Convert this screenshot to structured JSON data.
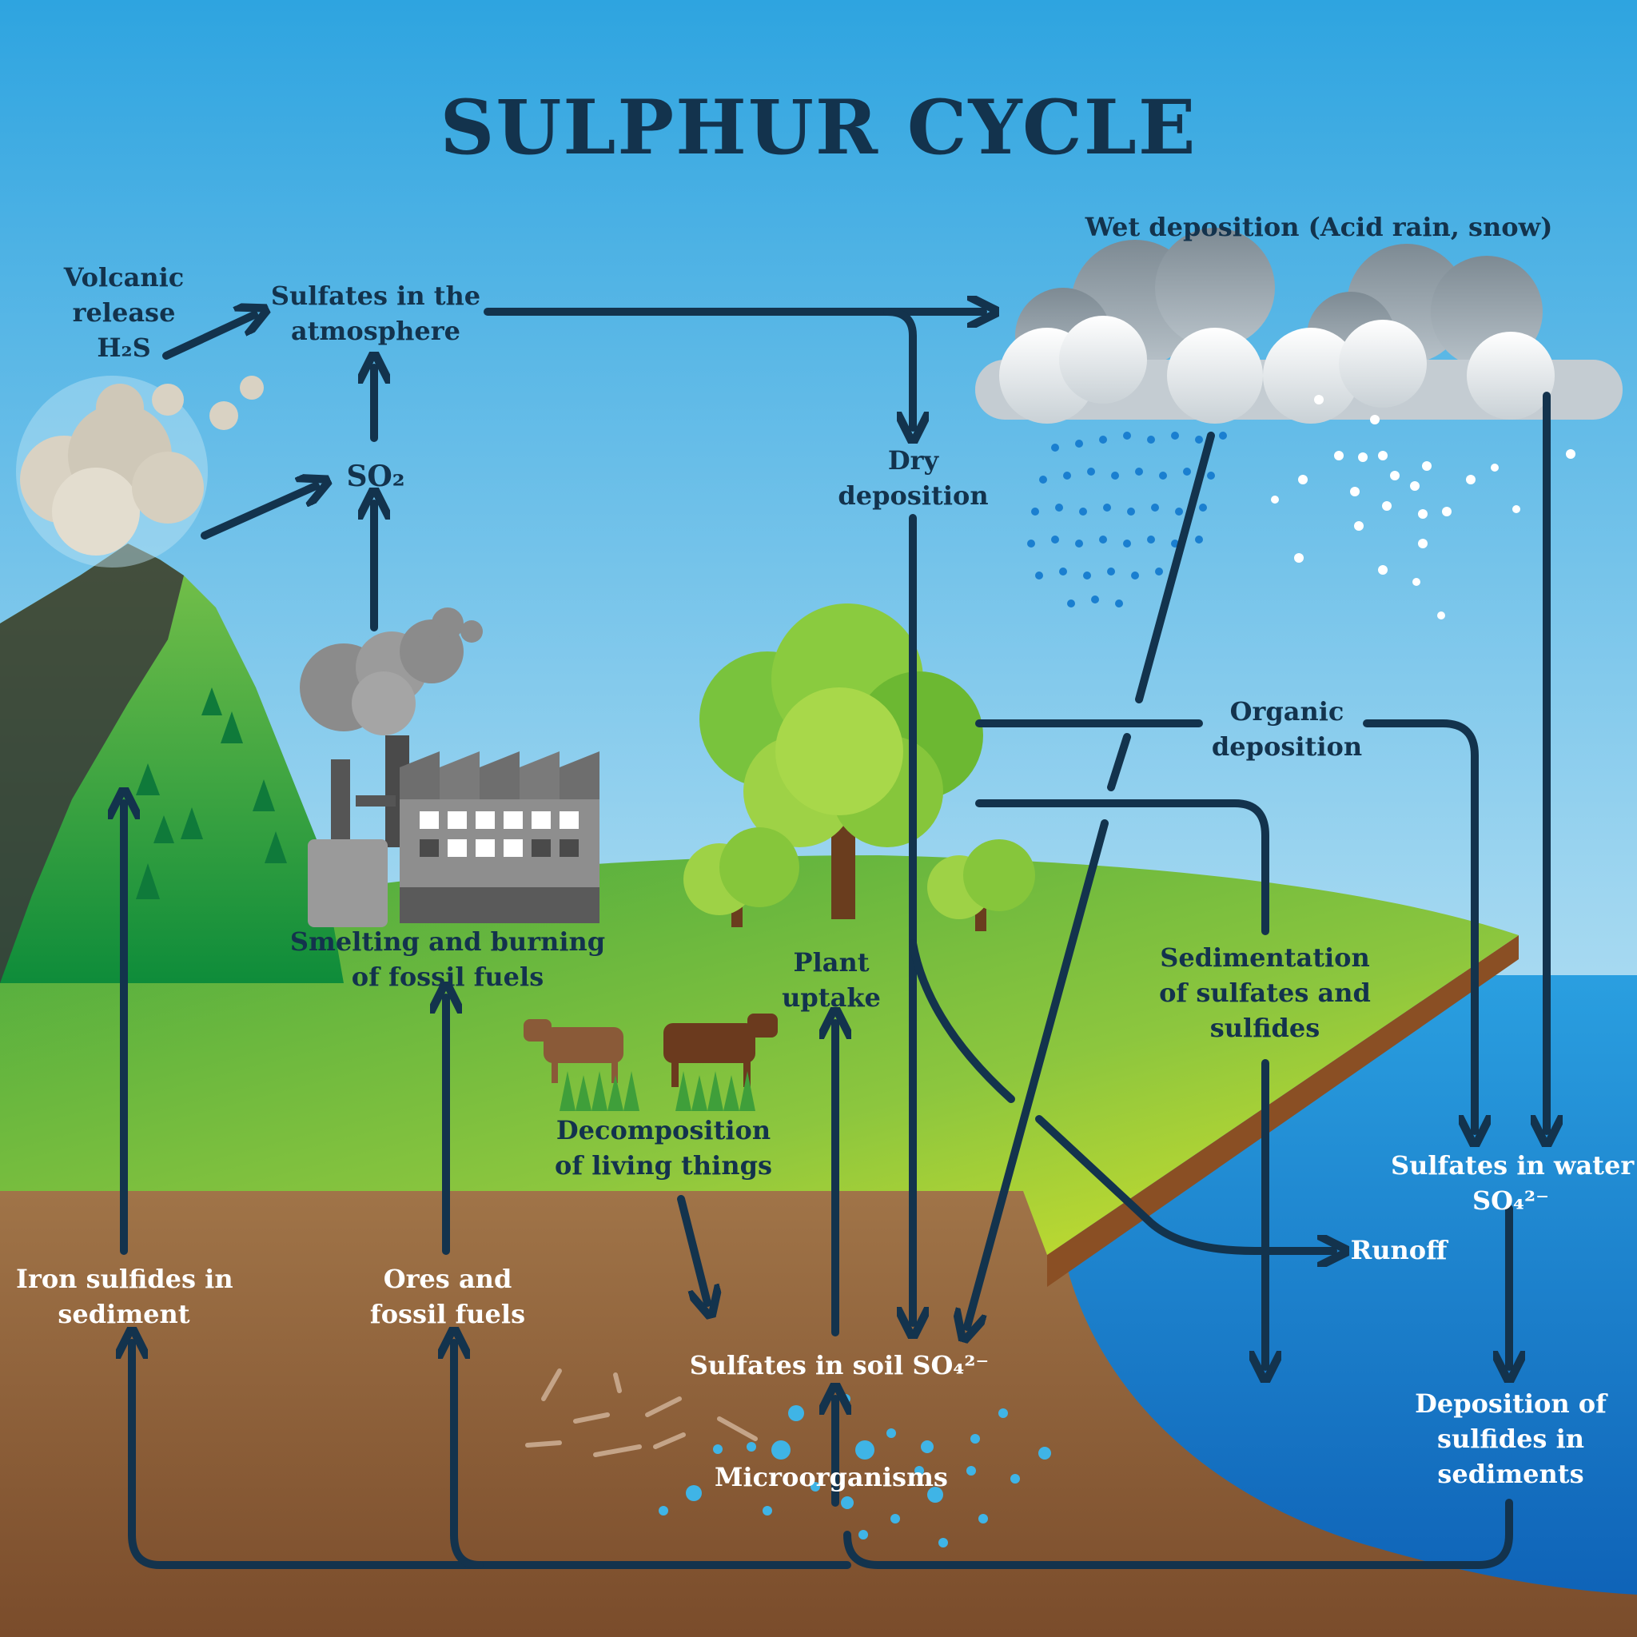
{
  "title": "SULPHUR CYCLE",
  "labels": {
    "volcanic_release": [
      "Volcanic",
      "release",
      "H₂S"
    ],
    "sulfates_atmosphere": [
      "Sulfates in the",
      "atmosphere"
    ],
    "so2": "SO₂",
    "wet_deposition": "Wet deposition (Acid rain, snow)",
    "dry_deposition": [
      "Dry",
      "deposition"
    ],
    "organic_deposition": [
      "Organic",
      "deposition"
    ],
    "smelting": [
      "Smelting and burning",
      "of fossil fuels"
    ],
    "plant_uptake": [
      "Plant",
      "uptake"
    ],
    "sedimentation": [
      "Sedimentation",
      "of sulfates and",
      "sulfides"
    ],
    "decomposition": [
      "Decomposition",
      "of living things"
    ],
    "sulfates_water": [
      "Sulfates in water",
      "SO₄²⁻"
    ],
    "runoff": "Runoff",
    "iron_sulfides": [
      "Iron sulfides in",
      "sediment"
    ],
    "ores": [
      "Ores and",
      "fossil fuels"
    ],
    "sulfates_soil": "Sulfates in soil SO₄²⁻",
    "microorganisms": "Microorganisms",
    "deposition_sulfides": [
      "Deposition of",
      "sulfides in",
      "sediments"
    ]
  },
  "colors": {
    "sky_top": "#2ea4e0",
    "sky_bottom": "#e2f3fa",
    "grass": "#62b845",
    "soil": "#8a5a33",
    "water": "#1e82cf",
    "arrow": "#13334d",
    "label_dark": "#13334d",
    "label_light": "#ffffff"
  }
}
